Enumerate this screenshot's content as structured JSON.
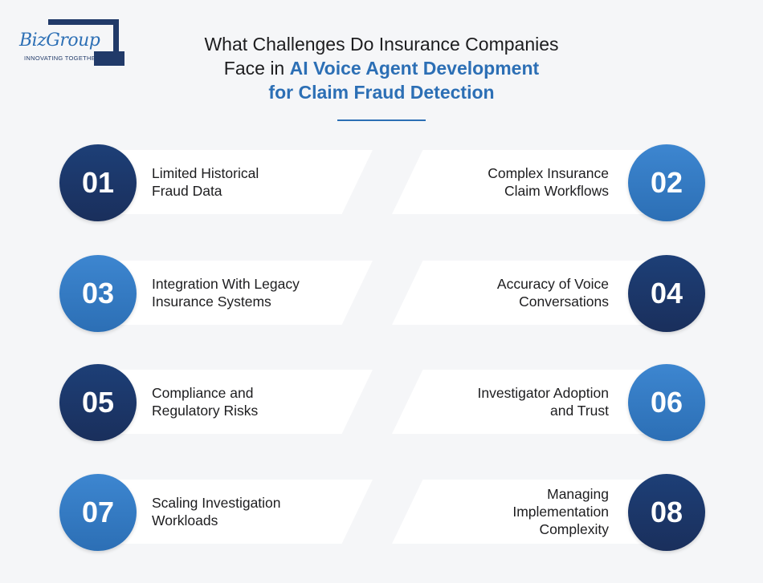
{
  "logo": {
    "name": "BizGroup",
    "tagline": "INNOVATING TOGETHER"
  },
  "title": {
    "line1": "What Challenges Do Insurance Companies",
    "line2_plain": "Face in ",
    "line2_highlight": "AI Voice Agent Development",
    "line3_highlight": "for Claim Fraud Detection"
  },
  "colors": {
    "accent": "#2c6fb5",
    "dark": "#1a2f5c"
  },
  "items": [
    {
      "number": "01",
      "label_lines": [
        "Limited Historical",
        "Fraud Data"
      ]
    },
    {
      "number": "02",
      "label_lines": [
        "Complex Insurance",
        "Claim Workflows"
      ]
    },
    {
      "number": "03",
      "label_lines": [
        "Integration With Legacy",
        "Insurance Systems"
      ]
    },
    {
      "number": "04",
      "label_lines": [
        "Accuracy of Voice",
        "Conversations"
      ]
    },
    {
      "number": "05",
      "label_lines": [
        "Compliance and",
        "Regulatory Risks"
      ]
    },
    {
      "number": "06",
      "label_lines": [
        "Investigator Adoption",
        "and Trust"
      ]
    },
    {
      "number": "07",
      "label_lines": [
        "Scaling Investigation",
        "Workloads"
      ]
    },
    {
      "number": "08",
      "label_lines": [
        "Managing",
        "Implementation",
        "Complexity"
      ]
    }
  ]
}
